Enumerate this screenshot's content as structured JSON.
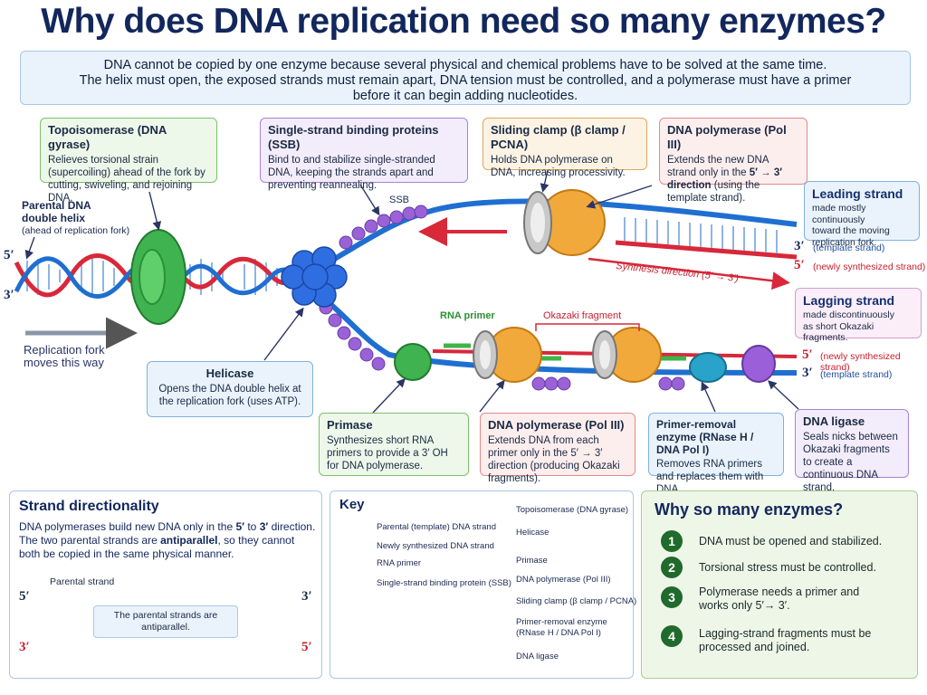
{
  "title": "Why does DNA replication need so many enzymes?",
  "intro": {
    "line1": "DNA cannot be copied by one enzyme because several physical and chemical problems have to be solved at the same time.",
    "line2": "The helix must open, the exposed strands must remain apart, DNA tension must be controlled, and a polymerase must have a primer",
    "line3": "before it can begin adding nucleotides."
  },
  "boxes": {
    "topo": {
      "title": "Topoisomerase (DNA gyrase)",
      "body": "Relieves torsional strain (supercoiling) ahead of the fork by cutting, swiveling, and rejoining DNA."
    },
    "ssb": {
      "title": "Single-strand binding proteins (SSB)",
      "body": "Bind to and stabilize single-stranded DNA, keeping the strands apart and preventing reannealing."
    },
    "clamp": {
      "title": "Sliding clamp (β clamp / PCNA)",
      "body": "Holds DNA polymerase on DNA, increasing processivity."
    },
    "pol_top": {
      "title": "DNA polymerase (Pol III)",
      "body1": "Extends the new DNA strand only in the ",
      "body_bold": "5′ → 3′ direction",
      "body2": " (using the template strand)."
    },
    "helicase": {
      "title": "Helicase",
      "body": "Opens the DNA double helix at the replication fork (uses ATP)."
    },
    "primase": {
      "title": "Primase",
      "body": "Synthesizes short RNA primers to provide a 3′ OH for DNA polymerase."
    },
    "pol_bottom": {
      "title": "DNA polymerase (Pol III)",
      "body": "Extends DNA from each primer only in the 5′ → 3′ direction (producing Okazaki fragments)."
    },
    "rnase": {
      "title": "Primer-removal enzyme (RNase H / DNA Pol I)",
      "body": "Removes RNA primers and replaces them with DNA."
    },
    "ligase": {
      "title": "DNA ligase",
      "body": "Seals nicks between Okazaki fragments to create a continuous DNA strand."
    }
  },
  "labels": {
    "parental": "Parental DNA double helix (ahead of replication fork)",
    "parental_l1": "Parental DNA",
    "parental_l2": "double helix",
    "parental_l3": "(ahead of replication fork)",
    "ssb_small": "SSB",
    "rna_primer": "RNA primer",
    "okazaki": "Okazaki fragment",
    "fork_moves_l1": "Replication fork",
    "fork_moves_l2": "moves this way",
    "synthesis_dir": "Synthesis direction (5′ → 3′)",
    "left_5": "5′",
    "left_3": "3′"
  },
  "leading": {
    "title": "Leading strand",
    "sub": "made mostly continuously toward the moving replication fork.",
    "sub_l1": "made mostly continuously",
    "sub_l2": "toward the moving",
    "sub_l3": "replication fork.",
    "end3": "3′",
    "end3_note": "(template strand)",
    "end5": "5′",
    "end5_note": "(newly synthesized strand)"
  },
  "lagging": {
    "title": "Lagging strand",
    "sub_l1": "made discontinuously",
    "sub_l2": "as short Okazaki fragments.",
    "end5": "5′",
    "end5_note": "(newly synthesized strand)",
    "end3": "3′",
    "end3_note": "(template strand)"
  },
  "directionality": {
    "title": "Strand directionality",
    "p1a": "DNA polymerases build new DNA only in the ",
    "p1b": "5′",
    "p1c": " to ",
    "p1d": "3′",
    "p1e": " direction.",
    "p2a": "The two parental strands are ",
    "p2b": "antiparallel",
    "p2c": ", so they cannot both be copied in the same physical manner.",
    "parental_strand": "Parental strand",
    "top_left": "5′",
    "top_right": "3′",
    "bottom_left": "3′",
    "bottom_right": "5′",
    "note_l1": "The parental strands are",
    "note_l2": "antiparallel."
  },
  "key": {
    "title": "Key",
    "items_left": [
      "Parental (template) DNA strand",
      "Newly synthesized DNA strand",
      "RNA primer",
      "Single-strand binding protein (SSB)"
    ],
    "items_right": [
      "Topoisomerase (DNA gyrase)",
      "Helicase",
      "Primase",
      "DNA polymerase (Pol III)",
      "Sliding clamp (β clamp / PCNA)",
      "Primer-removal enzyme",
      "(RNase H / DNA Pol I)",
      "DNA ligase"
    ]
  },
  "why": {
    "title": "Why so many enzymes?",
    "items": [
      {
        "num": "1",
        "text": "DNA must be opened and stabilized."
      },
      {
        "num": "2",
        "text": "Torsional stress must be controlled."
      },
      {
        "num": "3",
        "text_l1": "Polymerase needs a primer and",
        "text_l2": "works only 5′→ 3′."
      },
      {
        "num": "4",
        "text_l1": "Lagging-strand fragments must be",
        "text_l2": "processed and joined."
      }
    ]
  },
  "colors": {
    "template": "#1f6fd1",
    "new": "#d8283a",
    "primer": "#3db54a",
    "ssb": "#9a62d6",
    "helicase": "#2f6ee0",
    "polymerase": "#f2a93b",
    "clamp": "#b7b7b7",
    "rnase": "#29a3c9",
    "ligase": "#9a5fd9",
    "topo": "#3fb34f"
  }
}
